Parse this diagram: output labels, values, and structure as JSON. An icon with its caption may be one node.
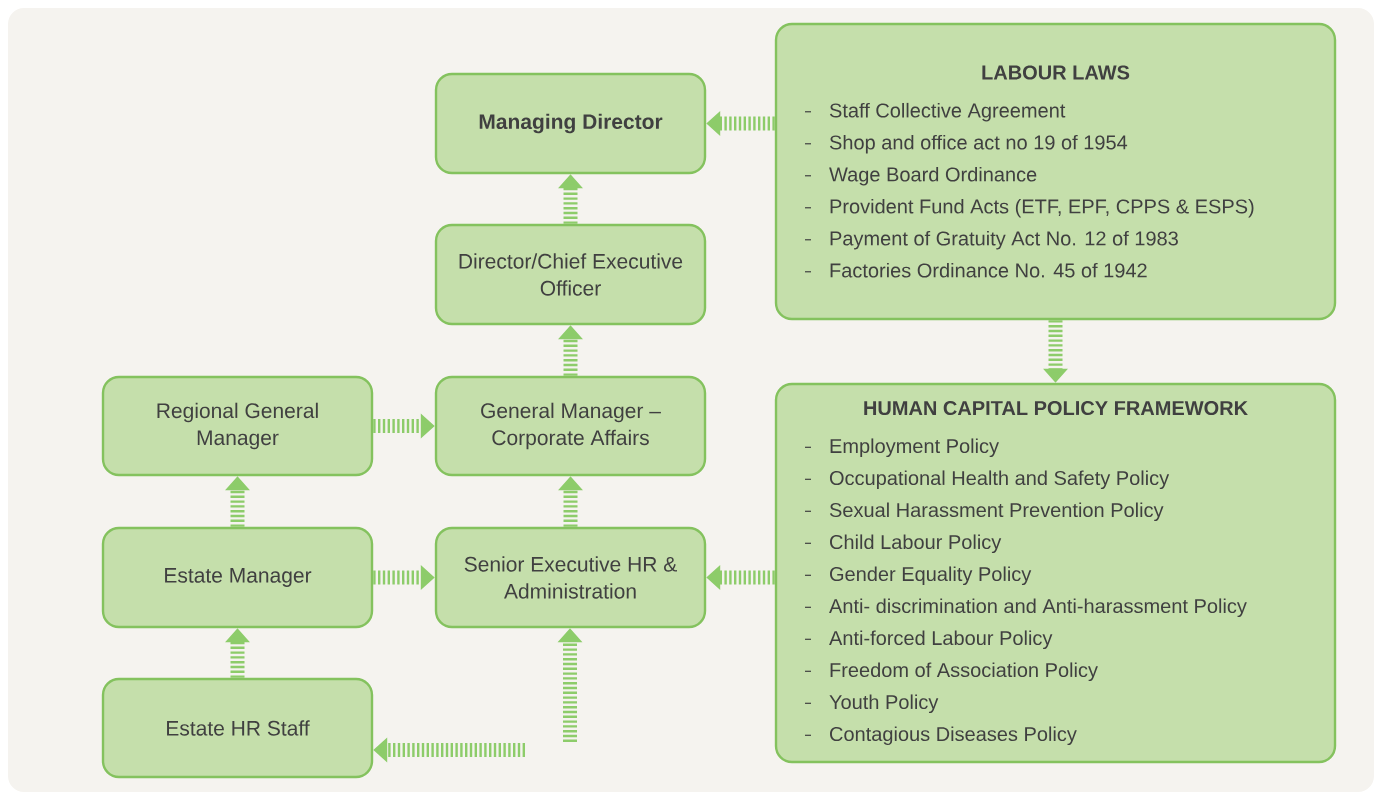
{
  "diagram": {
    "nodes": [
      {
        "text": [
          "Managing Director"
        ]
      },
      {
        "text": [
          "LABOUR LAWS",
          "Staff Collective Agreement",
          "Shop and office act no 19 of 1954",
          "Wage Board Ordinance",
          "Provident Fund Acts (ETF, EPF, CPPS & ESPS)",
          "Payment of Gratuity Act No. 12 of 1983",
          "Factories Ordinance No. 45 of 1942"
        ]
      },
      {
        "text": [
          "Director/Chief Executive Officer"
        ]
      },
      {
        "text": [
          "Regional General Manager"
        ]
      },
      {
        "text": [
          "General Manager – Corporate Affairs"
        ]
      },
      {
        "text": [
          "HUMAN CAPITAL POLICY FRAMEWORK",
          "Employment Policy",
          "Occupational Health and Safety Policy",
          "Sexual Harassment Prevention Policy",
          "Child Labour Policy",
          "Gender Equality Policy",
          "Anti- discrimination and Anti-harassment Policy",
          "Anti-forced Labour Policy",
          "Freedom of Association Policy",
          "Youth Policy",
          "Contagious Diseases Policy"
        ]
      },
      {
        "text": [
          "Estate Manager"
        ]
      },
      {
        "text": [
          "Senior Executive HR & Administration"
        ]
      },
      {
        "text": [
          "Estate HR Staff"
        ]
      }
    ],
    "edges": [
      {
        "from": 1,
        "to": 0,
        "arrow": "to"
      },
      {
        "from": 2,
        "to": 0,
        "arrow": "to"
      },
      {
        "from": 4,
        "to": 2,
        "arrow": "to"
      },
      {
        "from": 7,
        "to": 4,
        "arrow": "to"
      },
      {
        "from": 3,
        "to": 4,
        "arrow": "to"
      },
      {
        "from": 6,
        "to": 7,
        "arrow": "to"
      },
      {
        "from": 5,
        "to": 7,
        "arrow": "to"
      },
      {
        "from": 1,
        "to": 5,
        "arrow": "to"
      },
      {
        "from": 6,
        "to": 3,
        "arrow": "to"
      },
      {
        "from": 8,
        "to": 6,
        "arrow": "to"
      },
      {
        "from": null,
        "to": 8,
        "arrow": "to"
      },
      {
        "from": null,
        "to": 7,
        "arrow": "to"
      }
    ]
  }
}
